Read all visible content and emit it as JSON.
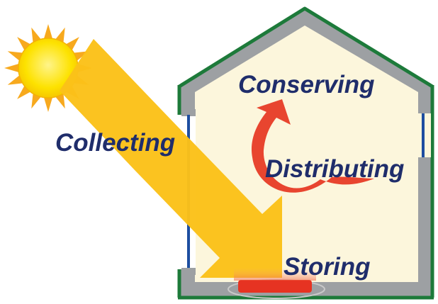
{
  "labels": {
    "collecting": "Collecting",
    "conserving": "Conserving",
    "distributing": "Distributing",
    "storing": "Storing"
  },
  "icons": {
    "sun": "sun-icon",
    "sunlight_arrow": "sunlight-arrow-icon",
    "circulation_arrow": "circular-arrow-icon"
  },
  "colors": {
    "label_text": "#1f2d6b",
    "sun_fill": "#fde200",
    "sun_rays": "#f7a91e",
    "sunlight_beam": "#fbc119",
    "house_interior": "#fcf6dc",
    "wall": "#9da0a3",
    "roof_outline": "#1d7a3a",
    "window": "#1d4ea0",
    "circulation_arrow": "#e8452f",
    "thermal_mass": "#e63322"
  }
}
